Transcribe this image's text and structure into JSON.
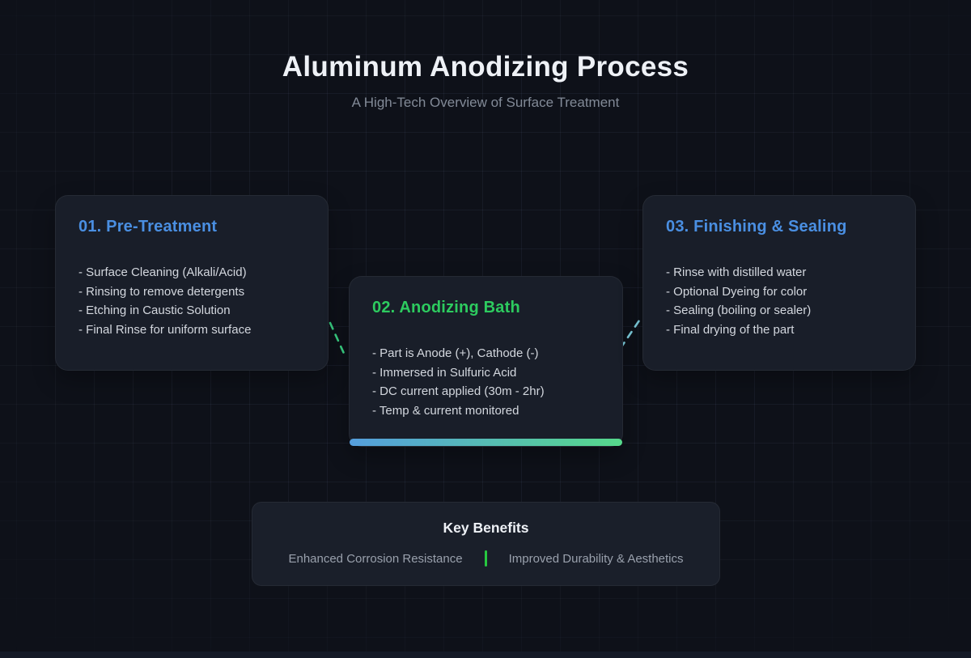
{
  "header": {
    "title": "Aluminum Anodizing Process",
    "subtitle": "A High-Tech Overview of Surface Treatment"
  },
  "steps": [
    {
      "heading": "01. Pre-Treatment",
      "items": [
        "- Surface Cleaning (Alkali/Acid)",
        "- Rinsing to remove detergents",
        "- Etching in Caustic Solution",
        "- Final Rinse for uniform surface"
      ]
    },
    {
      "heading": "02. Anodizing Bath",
      "items": [
        "- Part is Anode (+), Cathode (-)",
        "- Immersed in Sulfuric Acid",
        "- DC current applied (30m - 2hr)",
        "- Temp & current monitored"
      ]
    },
    {
      "heading": "03. Finishing & Sealing",
      "items": [
        "- Rinse with distilled water",
        "- Optional Dyeing for color",
        "- Sealing (boiling or sealer)",
        "- Final drying of the part"
      ]
    }
  ],
  "benefits": {
    "title": "Key Benefits",
    "items": [
      "Enhanced Corrosion Resistance",
      "Improved Durability & Aesthetics"
    ]
  },
  "colors": {
    "accent-blue": "#4a8fe2",
    "accent-green": "#2dcb5f",
    "connector-green": "#3bd687",
    "connector-cyan": "#82d5e6",
    "bar-gradient-start": "#559edd",
    "bar-gradient-end": "#56d98b",
    "divider-green": "#27c840"
  }
}
